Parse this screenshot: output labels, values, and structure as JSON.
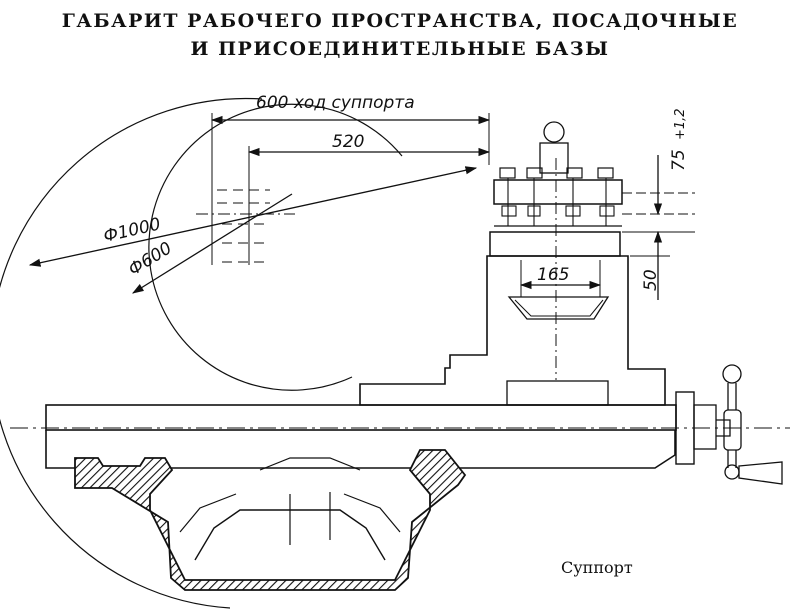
{
  "title": {
    "line1": "ГАБАРИТ РАБОЧЕГО ПРОСТРАНСТВА, ПОСАДОЧНЫЕ",
    "line2": "И ПРИСОЕДИНИТЕЛЬНЫЕ БАЗЫ"
  },
  "dimensions": {
    "carriage_travel": "600 ход суппорта",
    "width_520": "520",
    "dia_1000": "Ф1000",
    "dia_600": "Ф600",
    "slot_165": "165",
    "height_75": "75",
    "height_75_tol": "+1,2",
    "height_50": "50"
  },
  "caption": "Суппорт"
}
